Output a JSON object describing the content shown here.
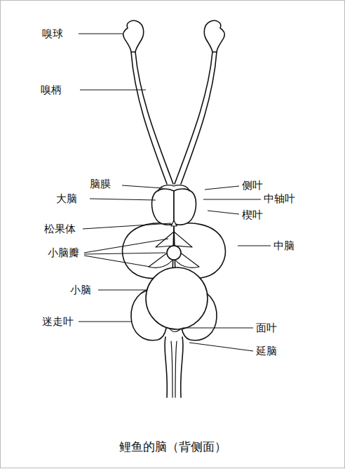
{
  "diagram": {
    "caption": "鲤鱼的脑（背侧面）",
    "labels": [
      "嗅球",
      "嗅柄",
      "脑膜",
      "侧叶",
      "大脑",
      "中轴叶",
      "楔叶",
      "松果体",
      "中脑",
      "小脑瓣",
      "小脑",
      "迷走叶",
      "面叶",
      "延脑"
    ]
  }
}
